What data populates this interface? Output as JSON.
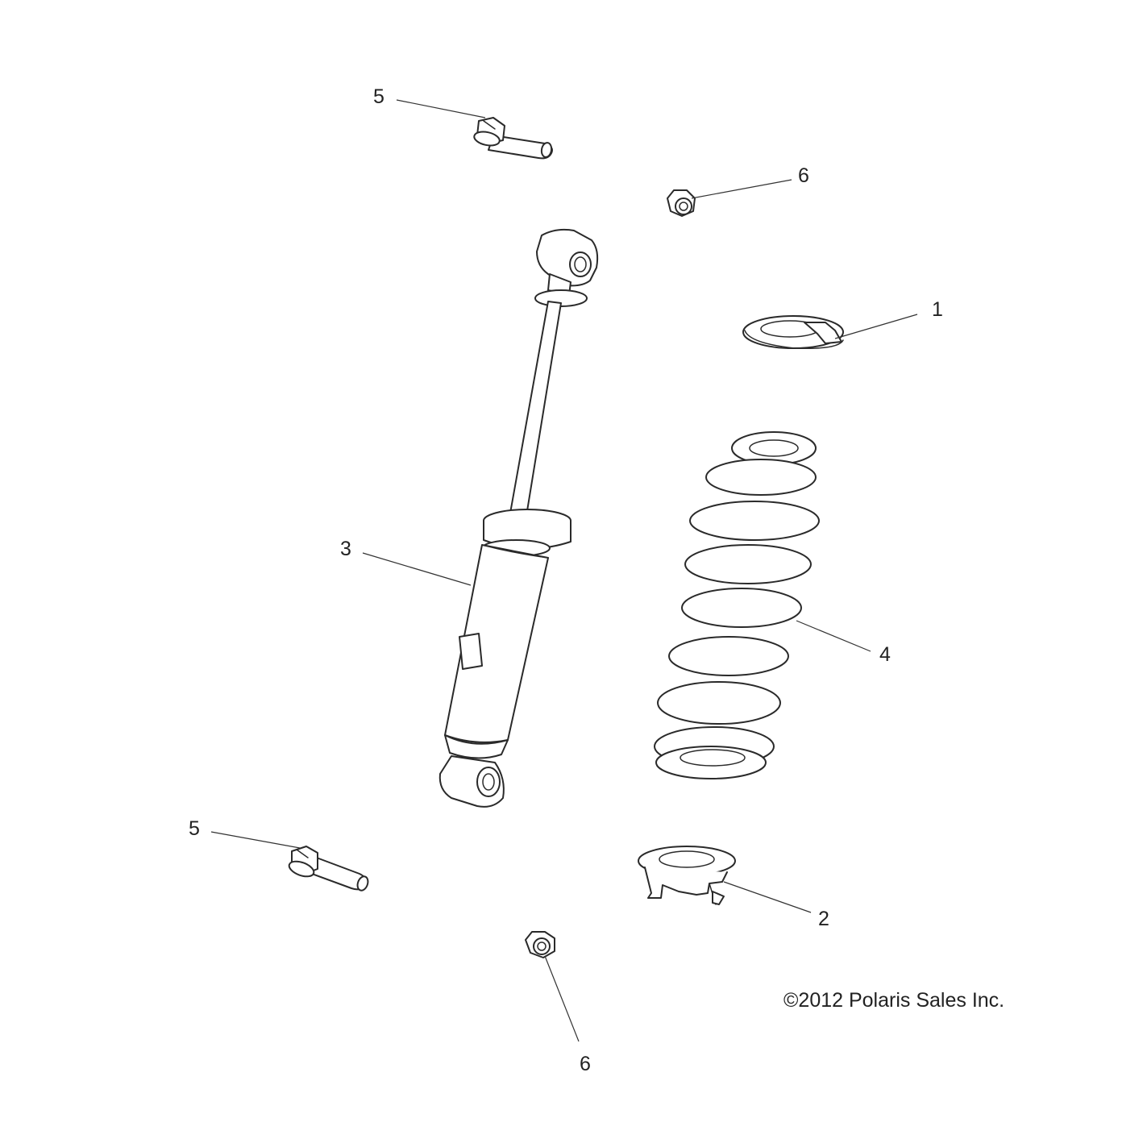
{
  "callouts": {
    "c1": "1",
    "c2": "2",
    "c3": "3",
    "c4": "4",
    "c5_top": "5",
    "c5_bottom": "5",
    "c6_top": "6",
    "c6_bottom": "6"
  },
  "copyright": "©2012 Polaris Sales Inc."
}
